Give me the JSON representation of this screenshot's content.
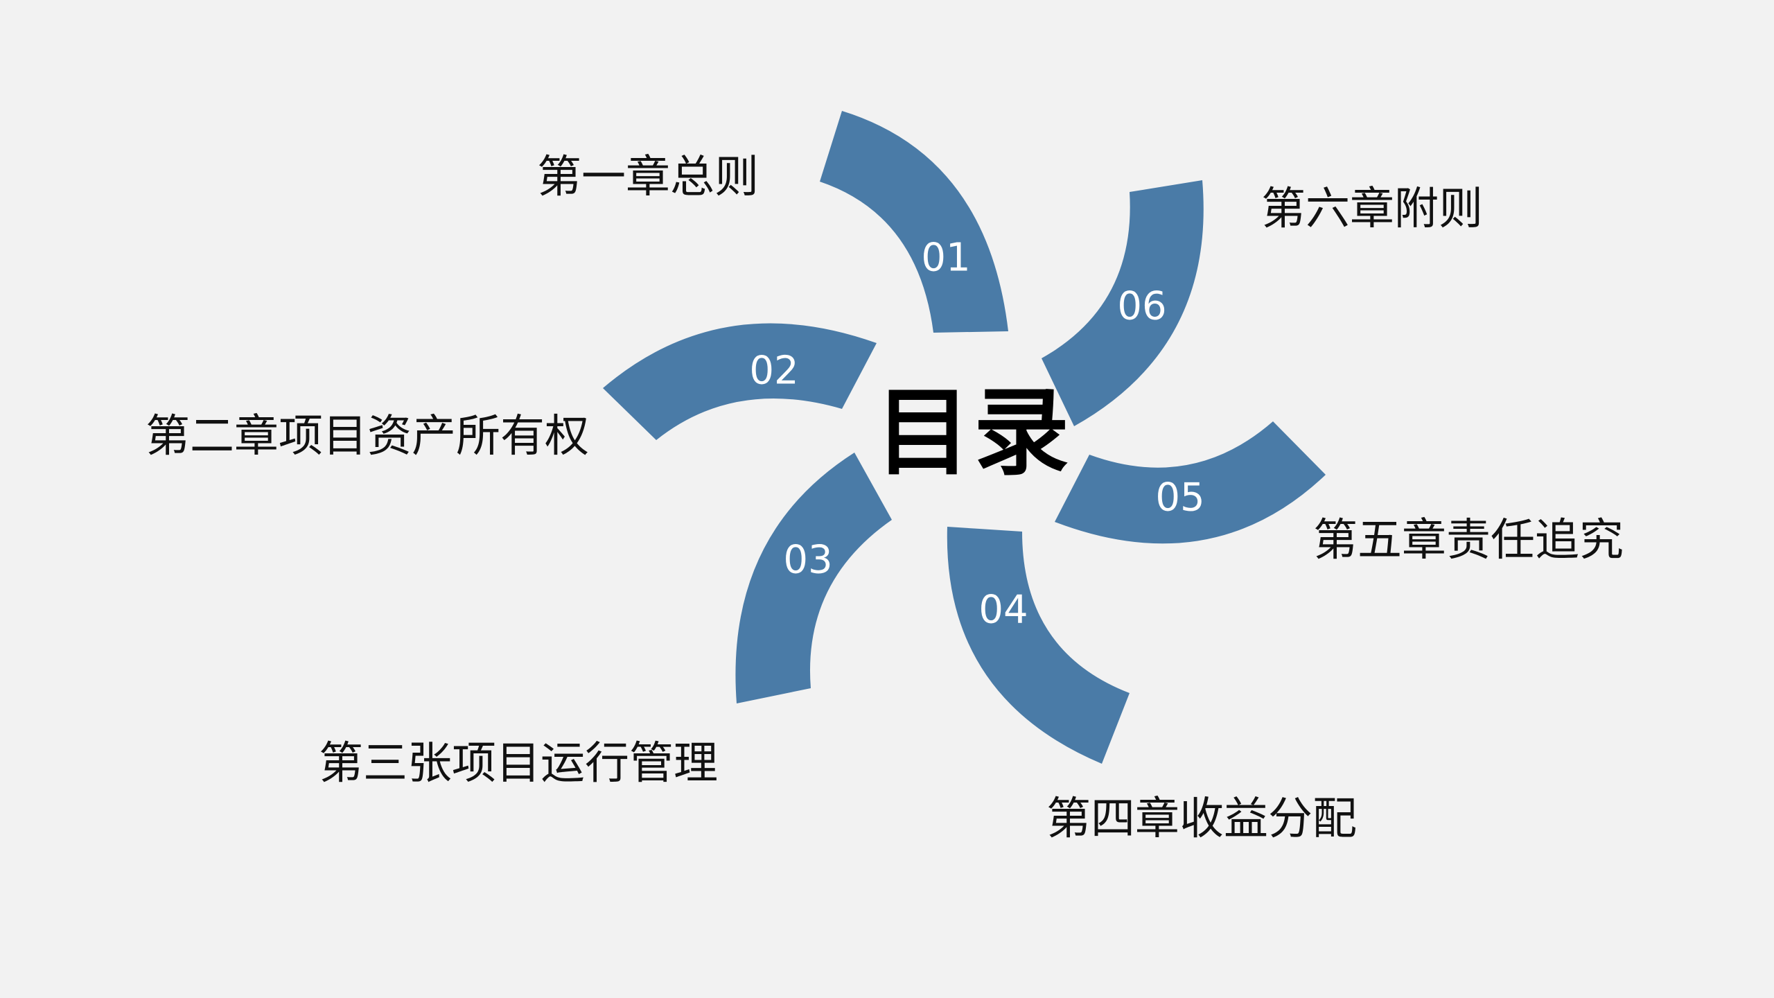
{
  "title": "目录",
  "items": [
    {
      "num": "01",
      "label": "第一章总则"
    },
    {
      "num": "02",
      "label": "第二章项目资产所有权"
    },
    {
      "num": "03",
      "label": "第三张项目运行管理"
    },
    {
      "num": "04",
      "label": "第四章收益分配"
    },
    {
      "num": "05",
      "label": "第五章责任追究"
    },
    {
      "num": "06",
      "label": "第六章附则"
    }
  ],
  "colors": {
    "background": "#f2f2f2",
    "petal": "#4a7ba7",
    "number_text": "#ffffff",
    "label_text": "#111111"
  }
}
